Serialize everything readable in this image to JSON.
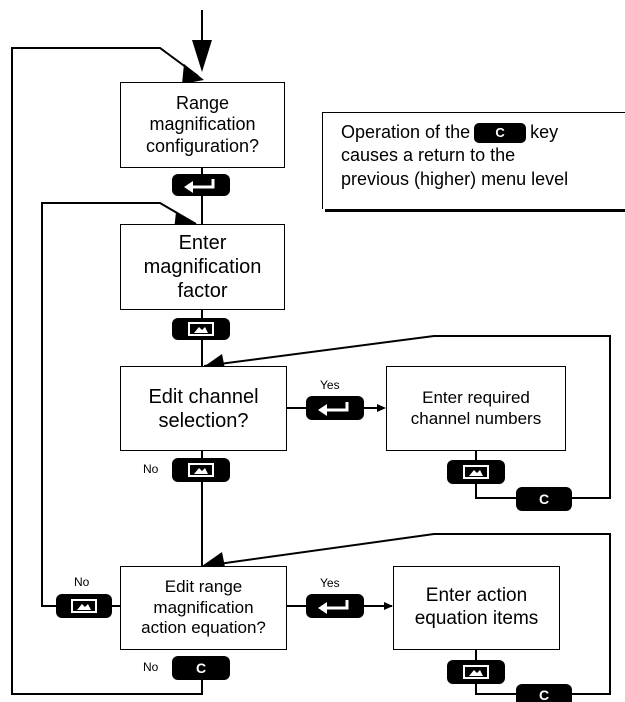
{
  "boxes": {
    "range_config": [
      "Range",
      "magnification",
      "configuration?"
    ],
    "enter_factor": [
      "Enter",
      "magnification",
      "factor"
    ],
    "edit_channel": [
      "Edit channel",
      "selection?"
    ],
    "enter_channels": [
      "Enter required",
      "channel numbers"
    ],
    "edit_equation": [
      "Edit range",
      "magnification",
      "action equation?"
    ],
    "enter_equation": [
      "Enter action",
      "equation items"
    ]
  },
  "note": {
    "before_key": "Operation of the",
    "key_label": "C",
    "after_key": "key",
    "line2": "causes a return to the",
    "line3": "previous (higher) menu level"
  },
  "keys": {
    "clear_label": "C"
  },
  "labels": {
    "yes": "Yes",
    "no": "No"
  },
  "icons": {
    "enter": "enter-arrow-icon",
    "scroll": "scroll-key-icon"
  }
}
